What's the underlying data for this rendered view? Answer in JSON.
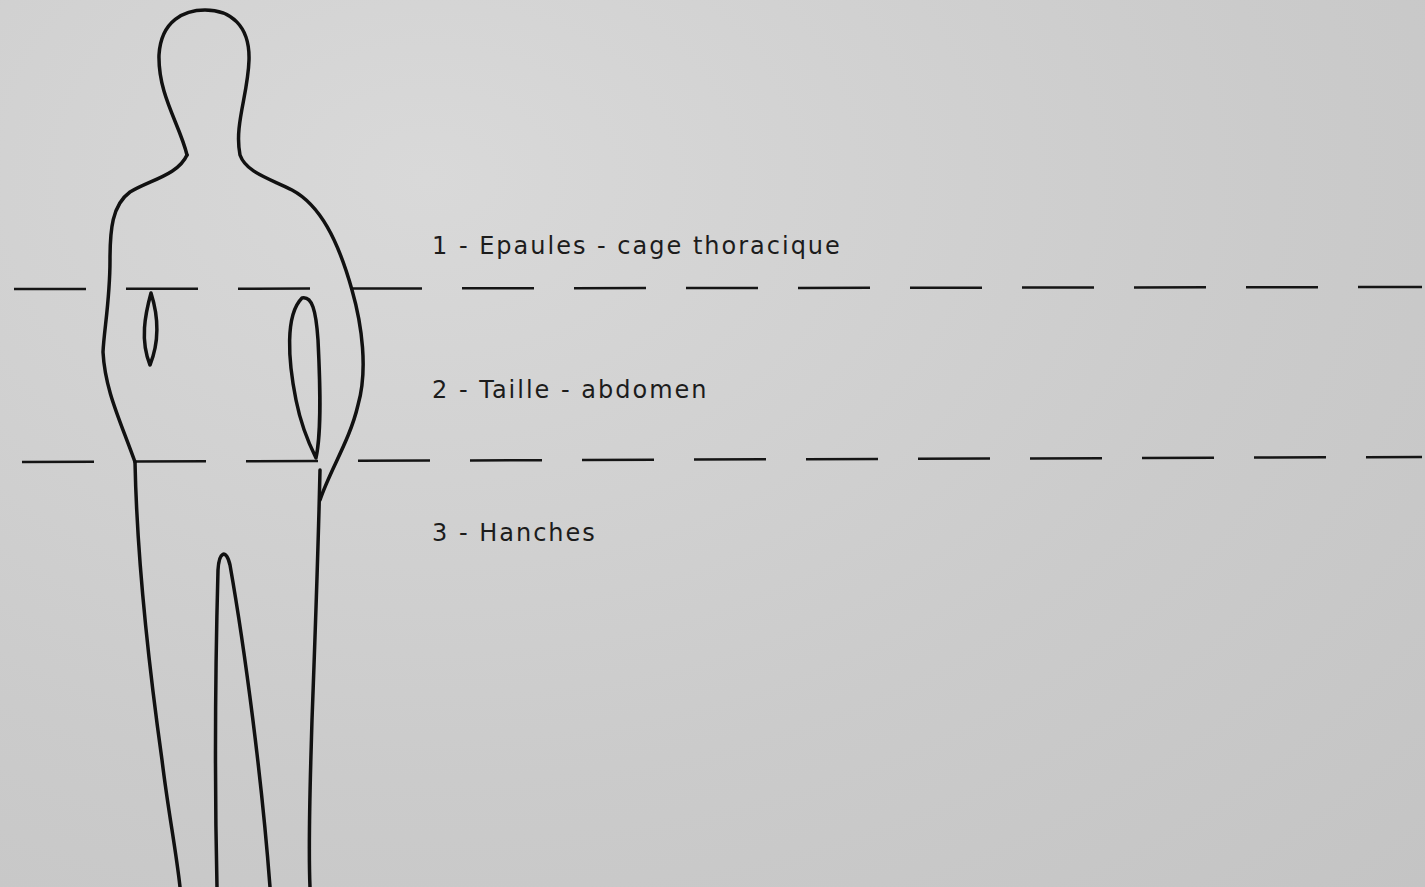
{
  "diagram": {
    "labels": [
      "1 - Epaules - cage thoracique",
      "2 - Taille - abdomen",
      "3 - Hanches"
    ]
  }
}
